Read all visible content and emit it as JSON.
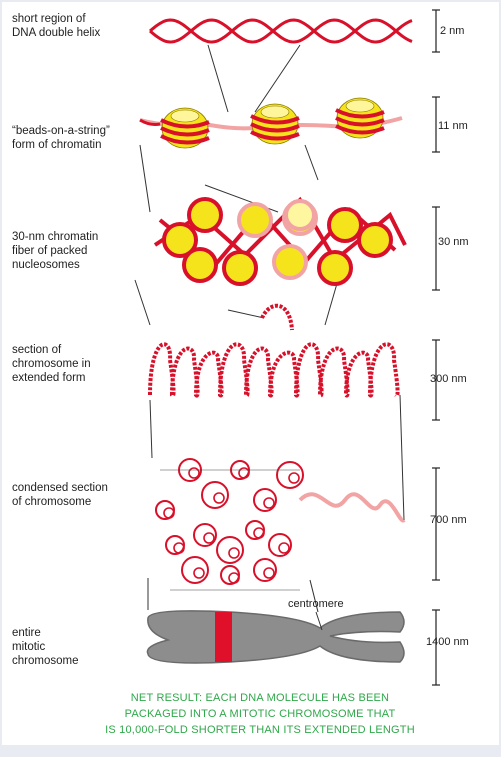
{
  "stages": [
    {
      "label": "short region of\nDNA double helix",
      "scale": "2 nm"
    },
    {
      "label": "“beads-on-a-string”\nform of chromatin",
      "scale": "11 nm"
    },
    {
      "label": "30-nm chromatin\nfiber of packed\nnucleosomes",
      "scale": "30 nm"
    },
    {
      "label": "section of\nchromosome in\nextended form",
      "scale": "300 nm"
    },
    {
      "label": "condensed section\nof chromosome",
      "scale": "700 nm"
    },
    {
      "label": "entire\nmitotic\nchromosome",
      "scale": "1400 nm"
    }
  ],
  "centromere_label": "centromere",
  "net_result": "NET RESULT: EACH DNA MOLECULE HAS BEEN\nPACKAGED INTO A MITOTIC CHROMOSOME THAT\nIS 10,000-FOLD SHORTER THAN ITS EXTENDED LENGTH",
  "colors": {
    "dna": "#d8102a",
    "dna_light": "#f2a3a3",
    "histone": "#f5e31c",
    "histone_edge": "#8a7a00",
    "chromosome": "#8d8d8d",
    "centromere": "#e0102a",
    "result_text": "#2fa84a",
    "background": "#e9ebf2"
  }
}
